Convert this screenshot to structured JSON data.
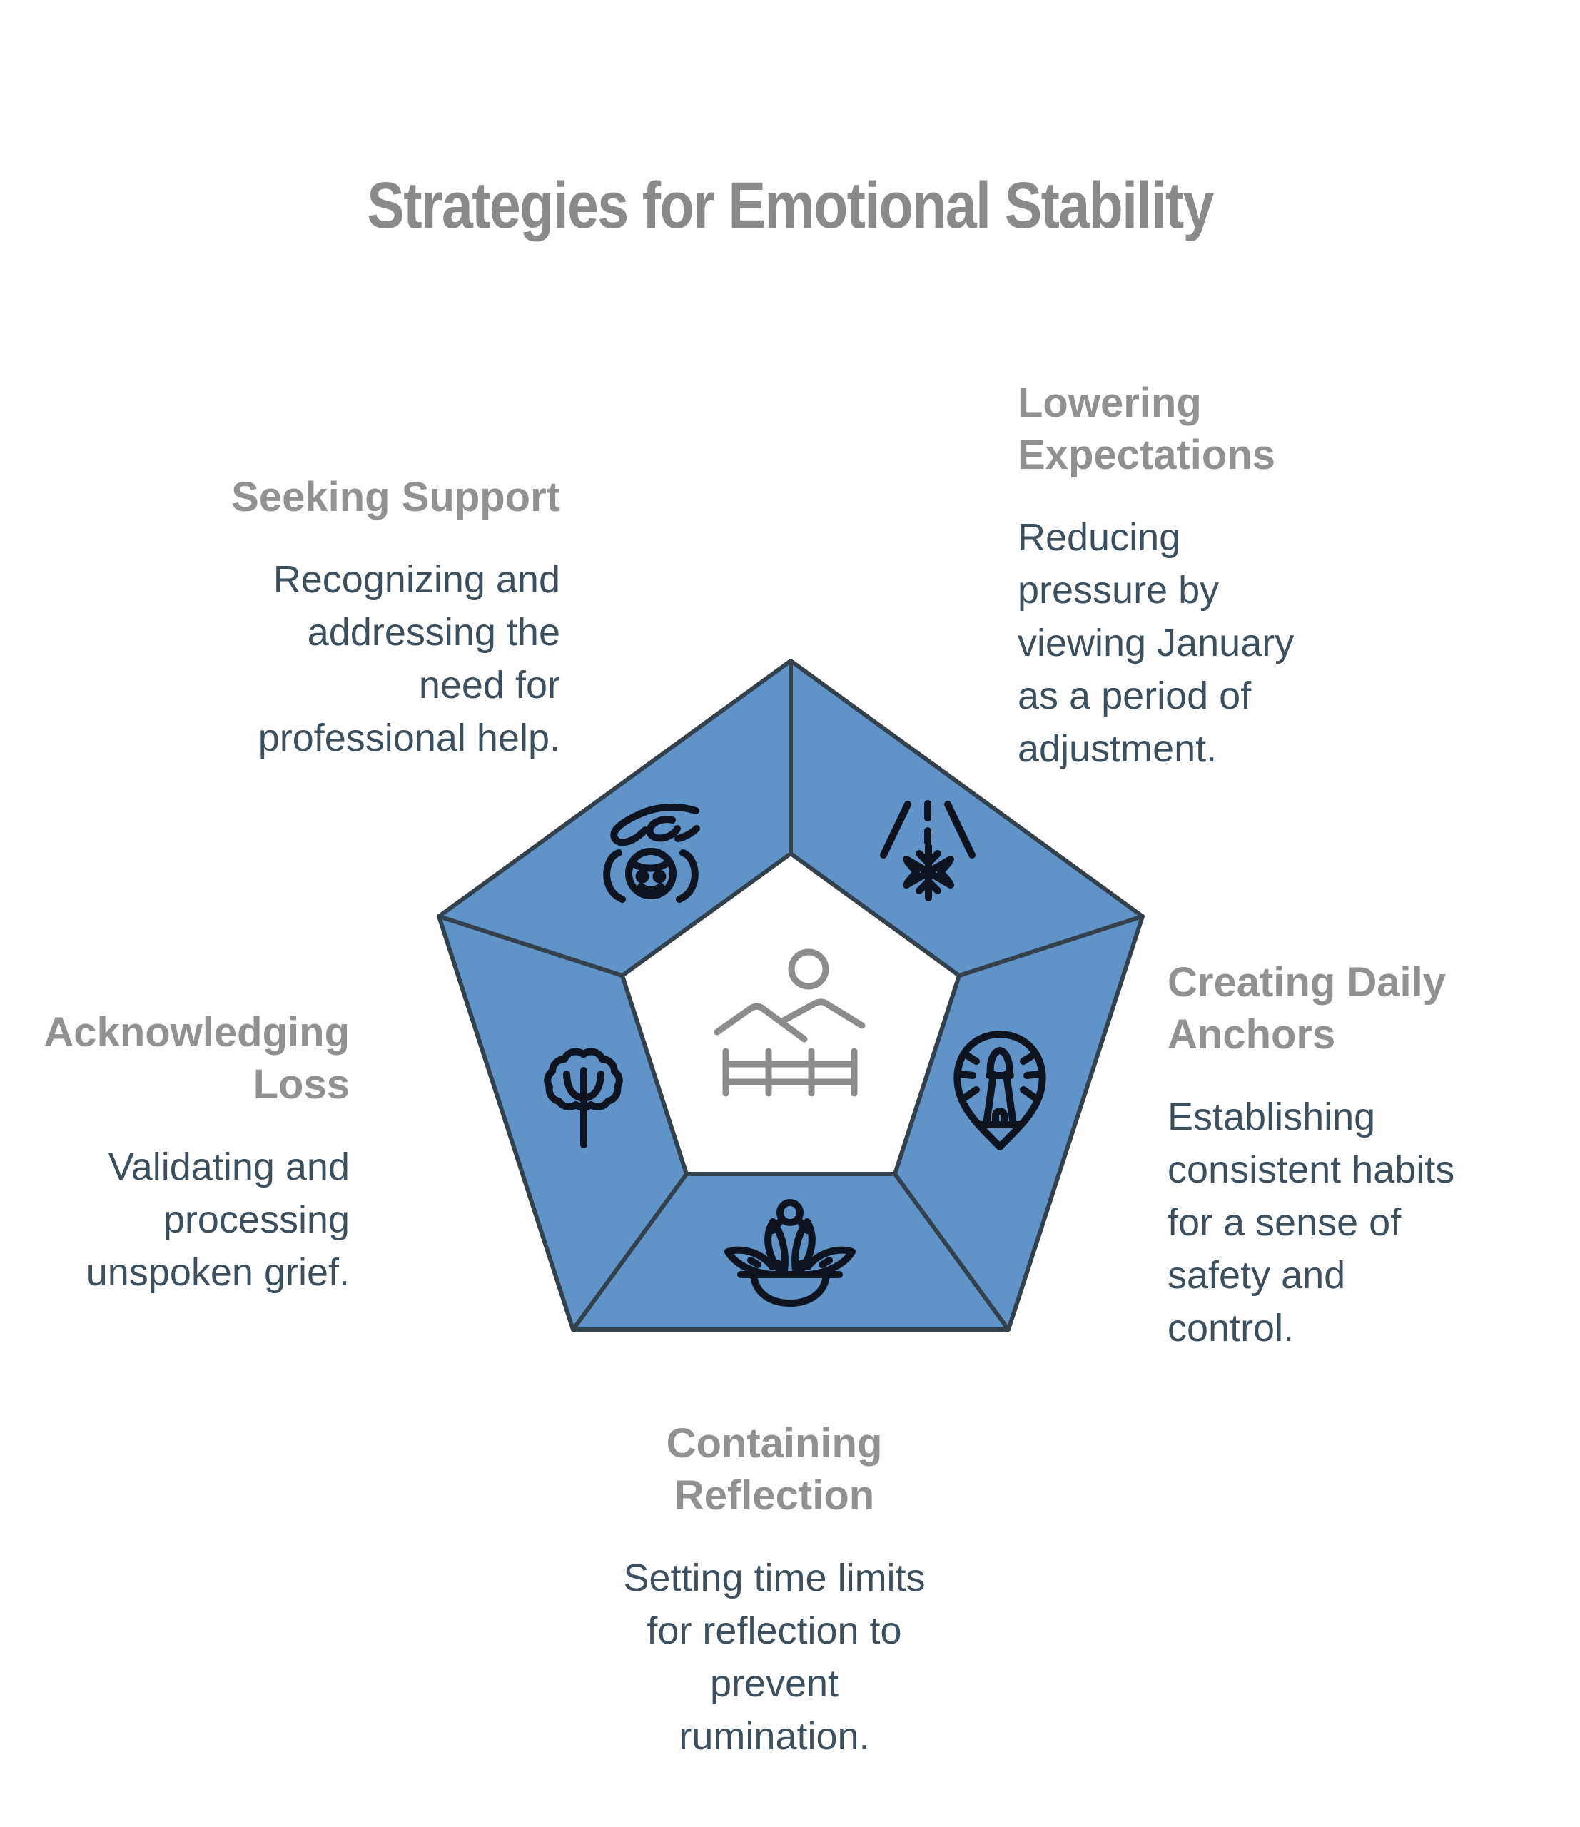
{
  "title": "Strategies for Emotional Stability",
  "colors": {
    "accent_blue": "#6094C8",
    "outline": "#33414C",
    "title_gray": "#8A8A8A",
    "heading_gray": "#8F9193",
    "body_slate": "#3D4F5D",
    "icon_dark": "#0D1420",
    "center_icon_gray": "#8C8C8C"
  },
  "center_icon": "landscape-mountains-fence-icon",
  "strategies": [
    {
      "id": "seeking-support",
      "heading": "Seeking Support",
      "body": "Recognizing and\naddressing the\nneed for\nprofessional help.",
      "icon": "hand-over-child-care-icon"
    },
    {
      "id": "lowering-expectations",
      "heading": "Lowering\nExpectations",
      "body": "Reducing\npressure by\nviewing January\nas a period of\nadjustment.",
      "icon": "winter-road-snowflake-icon"
    },
    {
      "id": "creating-daily-anchors",
      "heading": "Creating Daily\nAnchors",
      "body": "Establishing\nconsistent habits\nfor a sense of\nsafety and\ncontrol.",
      "icon": "lighthouse-pin-icon"
    },
    {
      "id": "containing-reflection",
      "heading": "Containing\nReflection",
      "body": "Setting time limits\nfor reflection to\nprevent\nrumination.",
      "icon": "lotus-bowl-icon"
    },
    {
      "id": "acknowledging-loss",
      "heading": "Acknowledging\nLoss",
      "body": "Validating and\nprocessing\nunspoken grief.",
      "icon": "tree-icon"
    }
  ]
}
